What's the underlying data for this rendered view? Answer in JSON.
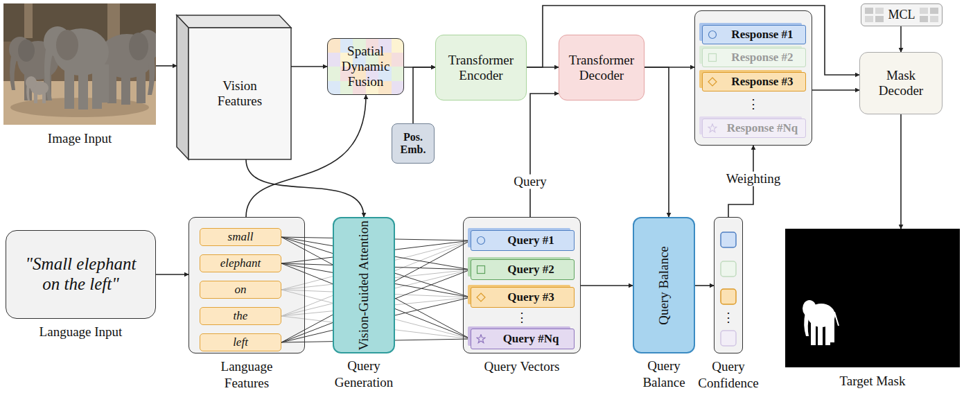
{
  "diagram": {
    "nodes": [
      {
        "text": [
          "Image Input"
        ]
      },
      {
        "text": [
          "Vision Features"
        ]
      },
      {
        "text": [
          "Spatial Dynamic Fusion"
        ]
      },
      {
        "text": [
          "Pos. Emb."
        ]
      },
      {
        "text": [
          "Transformer Encoder"
        ]
      },
      {
        "text": [
          "Transformer Decoder"
        ]
      },
      {
        "text": []
      },
      {
        "text": [
          "Response #1"
        ],
        "in": 6
      },
      {
        "text": [
          "Response #2"
        ],
        "in": 6
      },
      {
        "text": [
          "Response #3"
        ],
        "in": 6
      },
      {
        "text": [
          "Response #Nq"
        ],
        "in": 6
      },
      {
        "text": [
          "MCL"
        ]
      },
      {
        "text": [
          "Mask Decoder"
        ]
      },
      {
        "text": [
          "\"Small elephant on the left\"",
          "Language Input"
        ]
      },
      {
        "text": [
          "Language Features"
        ]
      },
      {
        "text": [
          "small"
        ],
        "in": 14
      },
      {
        "text": [
          "elephant"
        ],
        "in": 14
      },
      {
        "text": [
          "on"
        ],
        "in": 14
      },
      {
        "text": [
          "the"
        ],
        "in": 14
      },
      {
        "text": [
          "left"
        ],
        "in": 14
      },
      {
        "text": [
          "Vision-Guided Attention",
          "Query Generation"
        ]
      },
      {
        "text": [
          "Query Vectors"
        ]
      },
      {
        "text": [
          "Query #1"
        ],
        "in": 21
      },
      {
        "text": [
          "Query #2"
        ],
        "in": 21
      },
      {
        "text": [
          "Query #3"
        ],
        "in": 21
      },
      {
        "text": [
          "Query #Nq"
        ],
        "in": 21
      },
      {
        "text": [
          "Query Balance",
          "Query Balance"
        ]
      },
      {
        "text": [
          "Query Confidence"
        ]
      },
      {
        "text": [
          "Target Mask"
        ]
      }
    ],
    "edges": [
      {
        "from": 0,
        "to": 1,
        "arrow": "to"
      },
      {
        "from": 1,
        "to": 2,
        "arrow": "to"
      },
      {
        "from": 1,
        "to": 20,
        "arrow": "to"
      },
      {
        "from": 13,
        "to": 14,
        "arrow": "to"
      },
      {
        "from": 14,
        "to": 2,
        "arrow": "to"
      },
      {
        "from": 2,
        "to": 4,
        "arrow": "to"
      },
      {
        "from": 3,
        "to": 4,
        "arrow": "to"
      },
      {
        "from": 4,
        "to": 5,
        "arrow": "to"
      },
      {
        "from": 4,
        "to": 12,
        "arrow": "to"
      },
      {
        "from": 21,
        "to": 5,
        "label": "Query",
        "arrow": "to"
      },
      {
        "from": 5,
        "to": 6,
        "arrow": "to"
      },
      {
        "from": 5,
        "to": 26,
        "arrow": "to"
      },
      {
        "from": 21,
        "to": 26,
        "arrow": "to"
      },
      {
        "from": 26,
        "to": 27,
        "arrow": "to"
      },
      {
        "from": 27,
        "to": 6,
        "label": "Weighting",
        "arrow": "to"
      },
      {
        "from": 6,
        "to": 12,
        "arrow": "to"
      },
      {
        "from": 11,
        "to": 12,
        "arrow": "to"
      },
      {
        "from": 12,
        "to": 28,
        "arrow": "to"
      },
      {
        "from": 15,
        "to": 22,
        "arrow": "none"
      },
      {
        "from": 15,
        "to": 23,
        "arrow": "none"
      },
      {
        "from": 15,
        "to": 24,
        "arrow": "none"
      },
      {
        "from": 15,
        "to": 25,
        "arrow": "none"
      },
      {
        "from": 16,
        "to": 22,
        "arrow": "none"
      },
      {
        "from": 16,
        "to": 23,
        "arrow": "none"
      },
      {
        "from": 16,
        "to": 24,
        "arrow": "none"
      },
      {
        "from": 16,
        "to": 25,
        "arrow": "none"
      },
      {
        "from": 17,
        "to": 22,
        "arrow": "none"
      },
      {
        "from": 17,
        "to": 23,
        "arrow": "none"
      },
      {
        "from": 17,
        "to": 24,
        "arrow": "none"
      },
      {
        "from": 17,
        "to": 25,
        "arrow": "none"
      },
      {
        "from": 18,
        "to": 22,
        "arrow": "none"
      },
      {
        "from": 18,
        "to": 23,
        "arrow": "none"
      },
      {
        "from": 18,
        "to": 24,
        "arrow": "none"
      },
      {
        "from": 18,
        "to": 25,
        "arrow": "none"
      },
      {
        "from": 19,
        "to": 22,
        "arrow": "none"
      },
      {
        "from": 19,
        "to": 23,
        "arrow": "none"
      },
      {
        "from": 19,
        "to": 24,
        "arrow": "none"
      },
      {
        "from": 19,
        "to": 25,
        "arrow": "none"
      }
    ],
    "labels": [
      "⋮",
      "⋮",
      "⋮"
    ]
  }
}
